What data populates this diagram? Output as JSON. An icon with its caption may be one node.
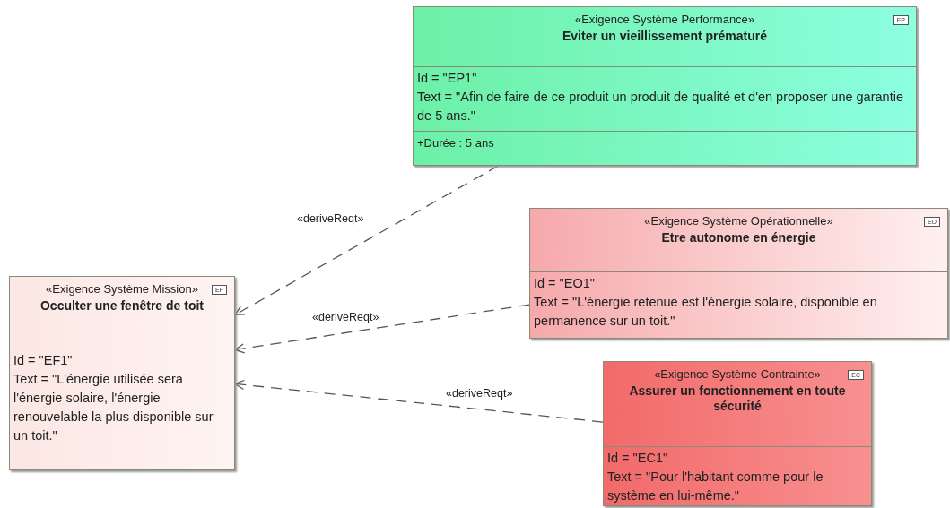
{
  "diagram": {
    "nodes": [
      {
        "text": [
          "EF",
          "«Exigence Système Mission»",
          "Occulter une fenêtre de toit",
          "Id = \"EF1\"",
          "Text = \"L'énergie utilisée sera l'énergie solaire, l'énergie renouvelable la plus disponible sur un toit.\""
        ]
      },
      {
        "text": [
          "EP",
          "«Exigence Système Performance»",
          "Eviter un vieillissement prématuré",
          "Id = \"EP1\"",
          "Text = \"Afin de faire de ce produit un produit de qualité et d'en proposer une garantie de 5 ans.\"",
          "+Durée : 5 ans"
        ]
      },
      {
        "text": [
          "EO",
          "«Exigence Système Opérationnelle»",
          "Etre autonome en énergie",
          "Id = \"EO1\"",
          "Text = \"L'énergie retenue est l'énergie solaire, disponible en permanence sur un toit.\""
        ]
      },
      {
        "text": [
          "EC",
          "«Exigence Système Contrainte»",
          "Assurer un fonctionnement en toute sécurité",
          "Id = \"EC1\"",
          "Text = \"Pour l'habitant comme pour le système en lui-même.\""
        ]
      }
    ],
    "edges": [
      {
        "from": 1,
        "to": 0,
        "arrow": "to",
        "style": "dashed",
        "label": "«deriveReqt»"
      },
      {
        "from": 2,
        "to": 0,
        "arrow": "to",
        "style": "dashed",
        "label": "«deriveReqt»"
      },
      {
        "from": 3,
        "to": 0,
        "arrow": "to",
        "style": "dashed",
        "label": "«deriveReqt»"
      }
    ]
  }
}
